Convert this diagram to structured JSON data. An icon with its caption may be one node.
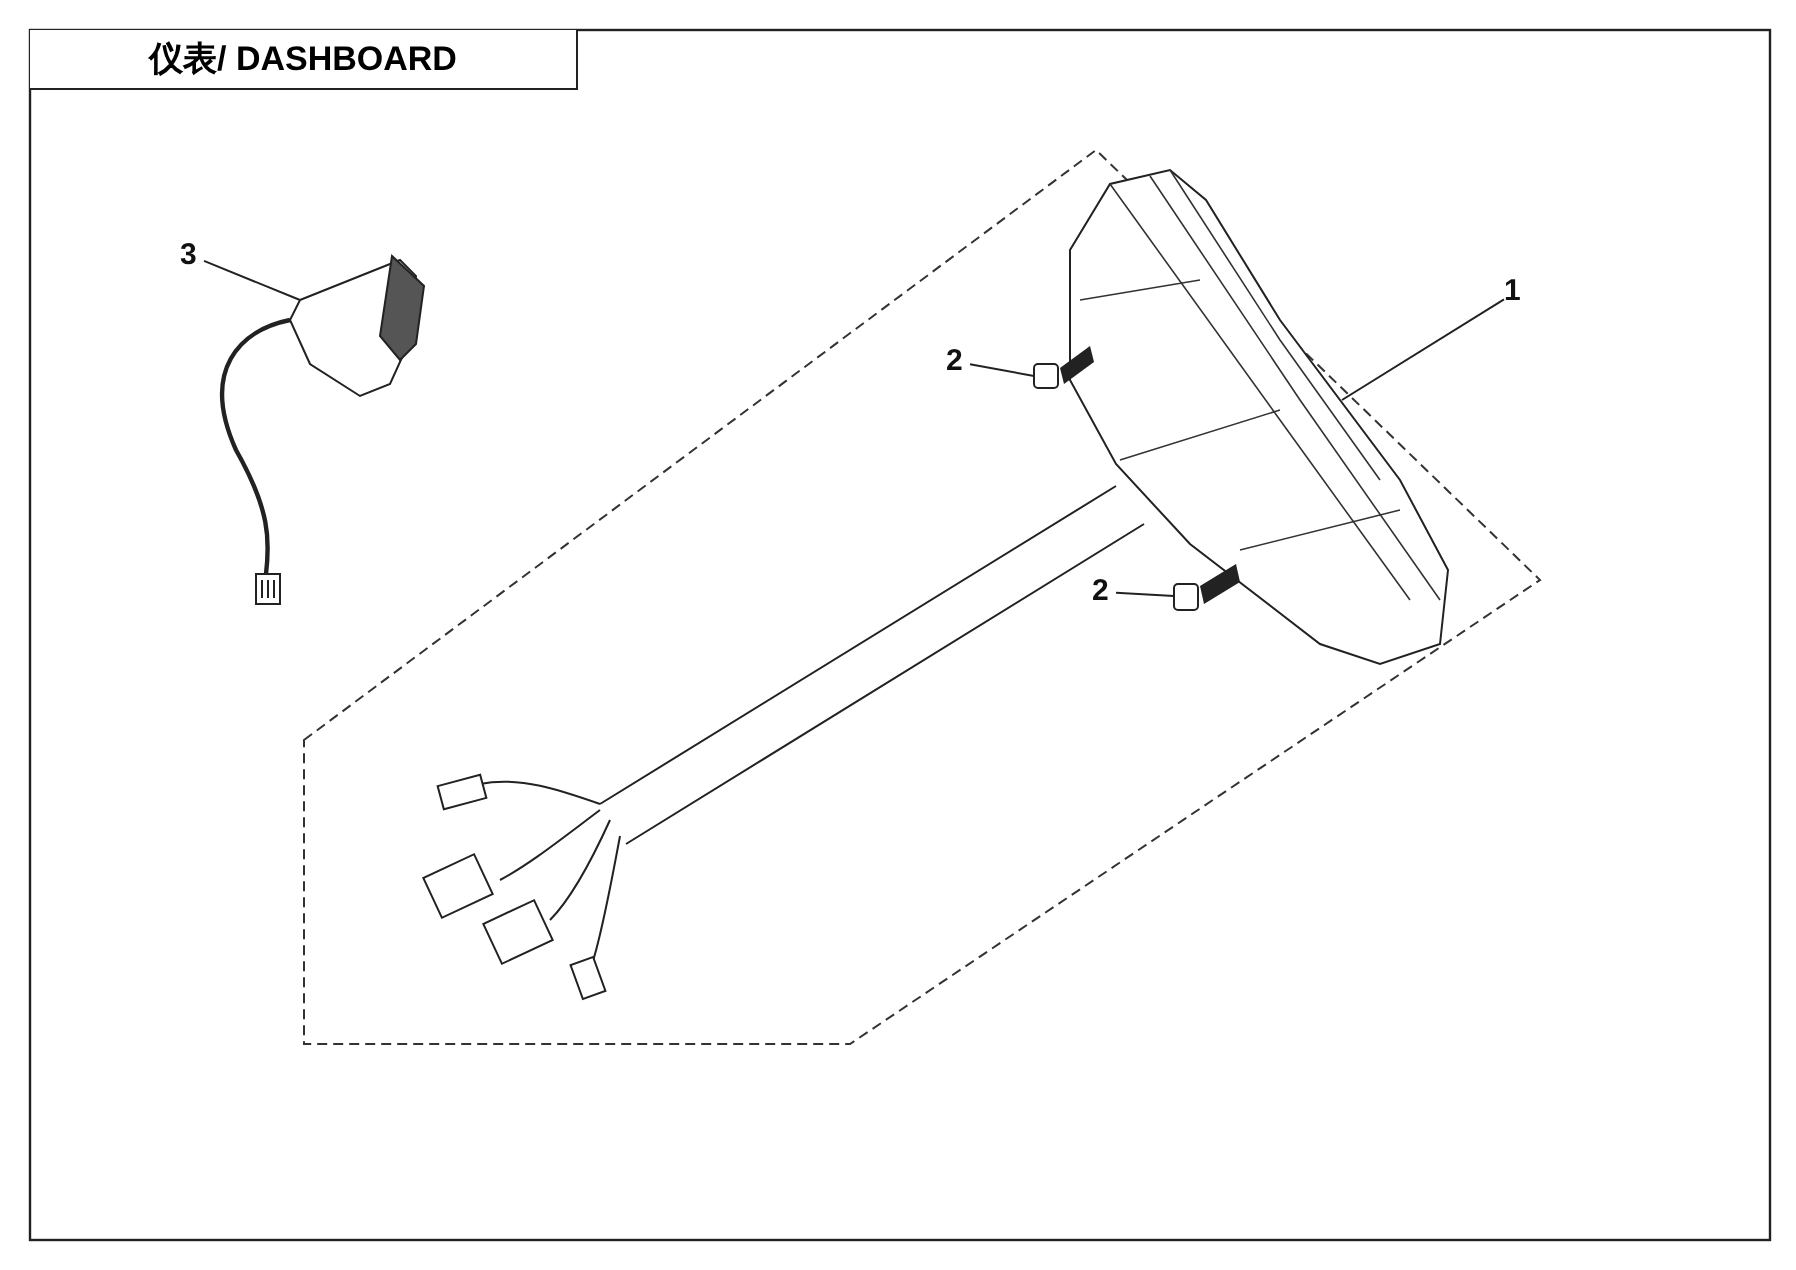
{
  "diagram": {
    "title": "仪表/ DASHBOARD",
    "nodes": [
      {
        "text": [
          "3"
        ]
      },
      {
        "text": [],
        "shape": "picture"
      },
      {
        "text": [
          "2"
        ]
      },
      {
        "text": [],
        "shape": "picture"
      },
      {
        "text": [
          "2"
        ]
      },
      {
        "text": [],
        "shape": "picture"
      },
      {
        "text": [
          "1"
        ]
      },
      {
        "text": [],
        "shape": "picture"
      }
    ],
    "edges": [
      {
        "from": 0,
        "to": 1,
        "arrow": "none"
      },
      {
        "from": 2,
        "to": 3,
        "arrow": "none"
      },
      {
        "from": 4,
        "to": 5,
        "arrow": "none"
      },
      {
        "from": 6,
        "to": 7,
        "arrow": "none"
      }
    ]
  }
}
